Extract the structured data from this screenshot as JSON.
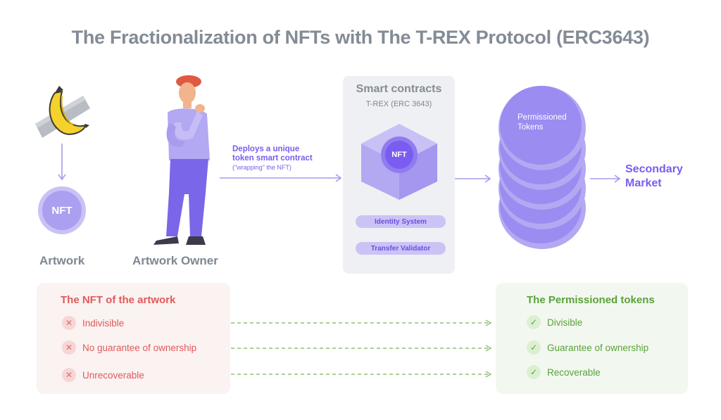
{
  "title": "The Fractionalization of NFTs with The T-REX Protocol (ERC3643)",
  "artwork": {
    "nft_label": "NFT",
    "label": "Artwork"
  },
  "owner": {
    "label": "Artwork Owner"
  },
  "deploy": {
    "line1": "Deploys a unique",
    "line2": "token smart contract",
    "line3": "(\"wrapping\" the NFT)"
  },
  "smart_contracts": {
    "title": "Smart contracts",
    "subtitle": "T-REX (ERC 3643)",
    "nft_label": "NFT",
    "pill_identity": "Identity System",
    "pill_transfer": "Transfer Validator"
  },
  "tokens": {
    "line1": "Permissioned",
    "line2": "Tokens"
  },
  "market": {
    "line1": "Secondary",
    "line2": "Market"
  },
  "nft_card": {
    "title": "The NFT of the artwork",
    "items": [
      "Indivisible",
      "No guarantee of ownership",
      "Unrecoverable"
    ]
  },
  "token_card": {
    "title": "The Permissioned tokens",
    "items": [
      "Divisible",
      "Guarantee of ownership",
      "Recoverable"
    ]
  },
  "colors": {
    "accent": "#7b5cf0",
    "lavender": "#aa9ff0",
    "red": "#e05a5a",
    "green": "#5aa13b",
    "gray_text": "#838b95"
  }
}
